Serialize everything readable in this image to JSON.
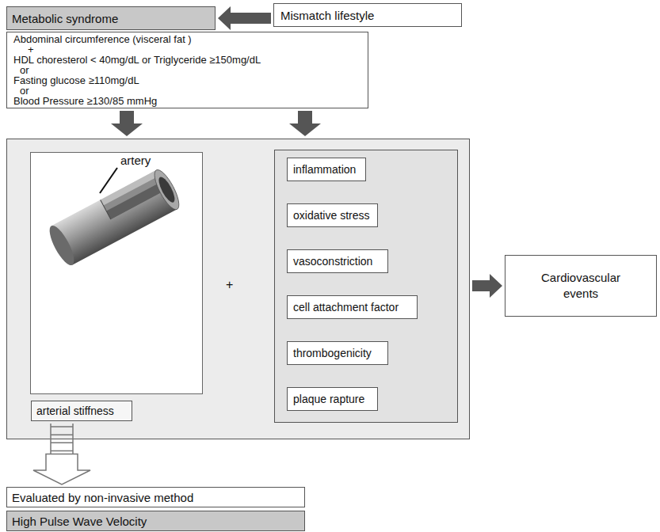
{
  "diagram": {
    "nodes": [
      {
        "text": [
          "Metabolic syndrome"
        ]
      },
      {
        "text": [
          "Mismatch lifestyle"
        ]
      },
      {
        "text": [
          "Abdominal circumference (visceral fat )",
          "+",
          "HDL choresterol < 40mg/dL or Triglyceride ≥150mg/dL",
          "or",
          "Fasting glucose ≥110mg/dL",
          "or",
          "Blood Pressure ≥130/85 mmHg"
        ]
      },
      {
        "text": [
          "+"
        ]
      },
      {
        "text": [
          "arterial stiffness"
        ],
        "in": 3
      },
      {
        "text": [
          "inflammation"
        ],
        "in": 3
      },
      {
        "text": [
          "oxidative stress"
        ],
        "in": 3
      },
      {
        "text": [
          "vasoconstriction"
        ],
        "in": 3
      },
      {
        "text": [
          "cell attachment factor"
        ],
        "in": 3
      },
      {
        "text": [
          "thrombogenicity"
        ],
        "in": 3
      },
      {
        "text": [
          "plaque rapture"
        ],
        "in": 3
      },
      {
        "text": [
          "Cardiovascular events"
        ]
      },
      {
        "text": [
          "Evaluated by non-invasive method"
        ]
      },
      {
        "text": [
          "High Pulse Wave Velocity"
        ]
      }
    ],
    "edges": [
      {
        "from": 1,
        "to": 0,
        "arrow": "to"
      },
      {
        "from": 2,
        "to": 3,
        "arrow": "to"
      },
      {
        "from": 2,
        "to": 3,
        "arrow": "to"
      },
      {
        "from": 3,
        "to": 11,
        "arrow": "to"
      },
      {
        "from": 4,
        "to": 12,
        "arrow": "to"
      }
    ],
    "labels": [
      "artery"
    ]
  }
}
